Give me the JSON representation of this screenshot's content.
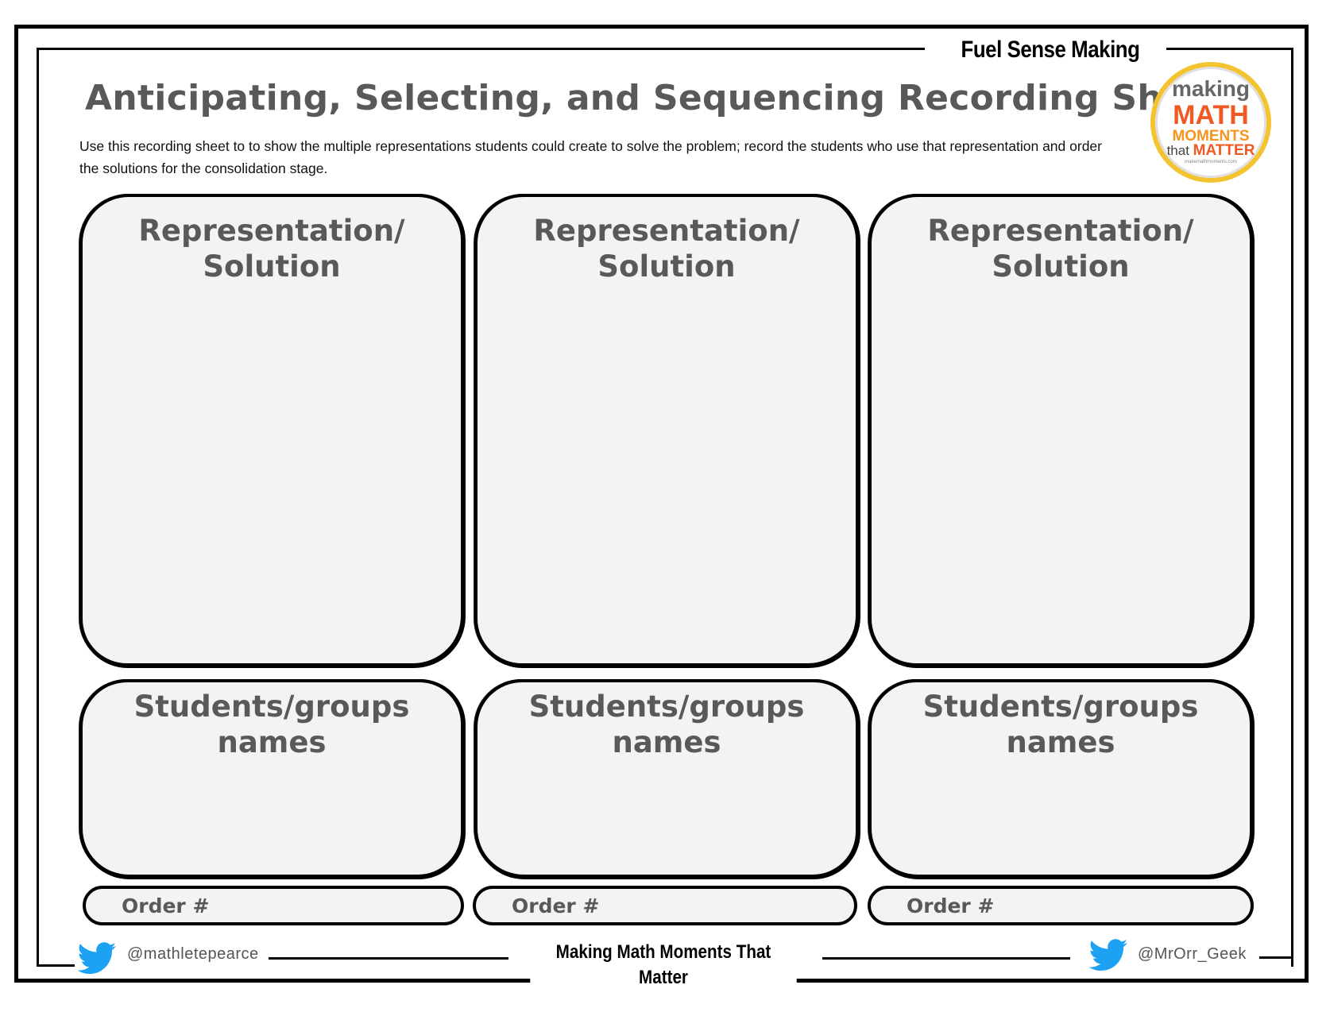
{
  "header": {
    "badge": "Fuel Sense Making",
    "title": "Anticipating, Selecting, and Sequencing Recording Sheet",
    "instructions": "Use this recording sheet to to show the multiple representations students could create to solve the problem; record the students who use that representation and order the solutions for the consolidation stage."
  },
  "logo": {
    "line1": "making",
    "line2": "MATH",
    "line3": "MOMENTS",
    "line4_a": "that",
    "line4_b": "MATTER",
    "url": "makemathmoments.com"
  },
  "columns": [
    {
      "representation_label_1": "Representation/",
      "representation_label_2": "Solution",
      "students_label_1": "Students/groups",
      "students_label_2": "names",
      "order_label": "Order #"
    },
    {
      "representation_label_1": "Representation/",
      "representation_label_2": "Solution",
      "students_label_1": "Students/groups",
      "students_label_2": "names",
      "order_label": "Order #"
    },
    {
      "representation_label_1": "Representation/",
      "representation_label_2": "Solution",
      "students_label_1": "Students/groups",
      "students_label_2": "names",
      "order_label": "Order #"
    }
  ],
  "footer": {
    "left_handle": "@mathletepearce",
    "center": "Making Math Moments That Matter",
    "right_handle": "@MrOrr_Geek",
    "left_icon": "twitter-bird-icon",
    "right_icon": "twitter-bird-icon"
  },
  "colors": {
    "label_gray": "#595959",
    "box_fill": "#f3f3f5",
    "twitter_blue": "#1da1f2",
    "logo_orange": "#ef5a24",
    "logo_ring": "#f4c430"
  }
}
